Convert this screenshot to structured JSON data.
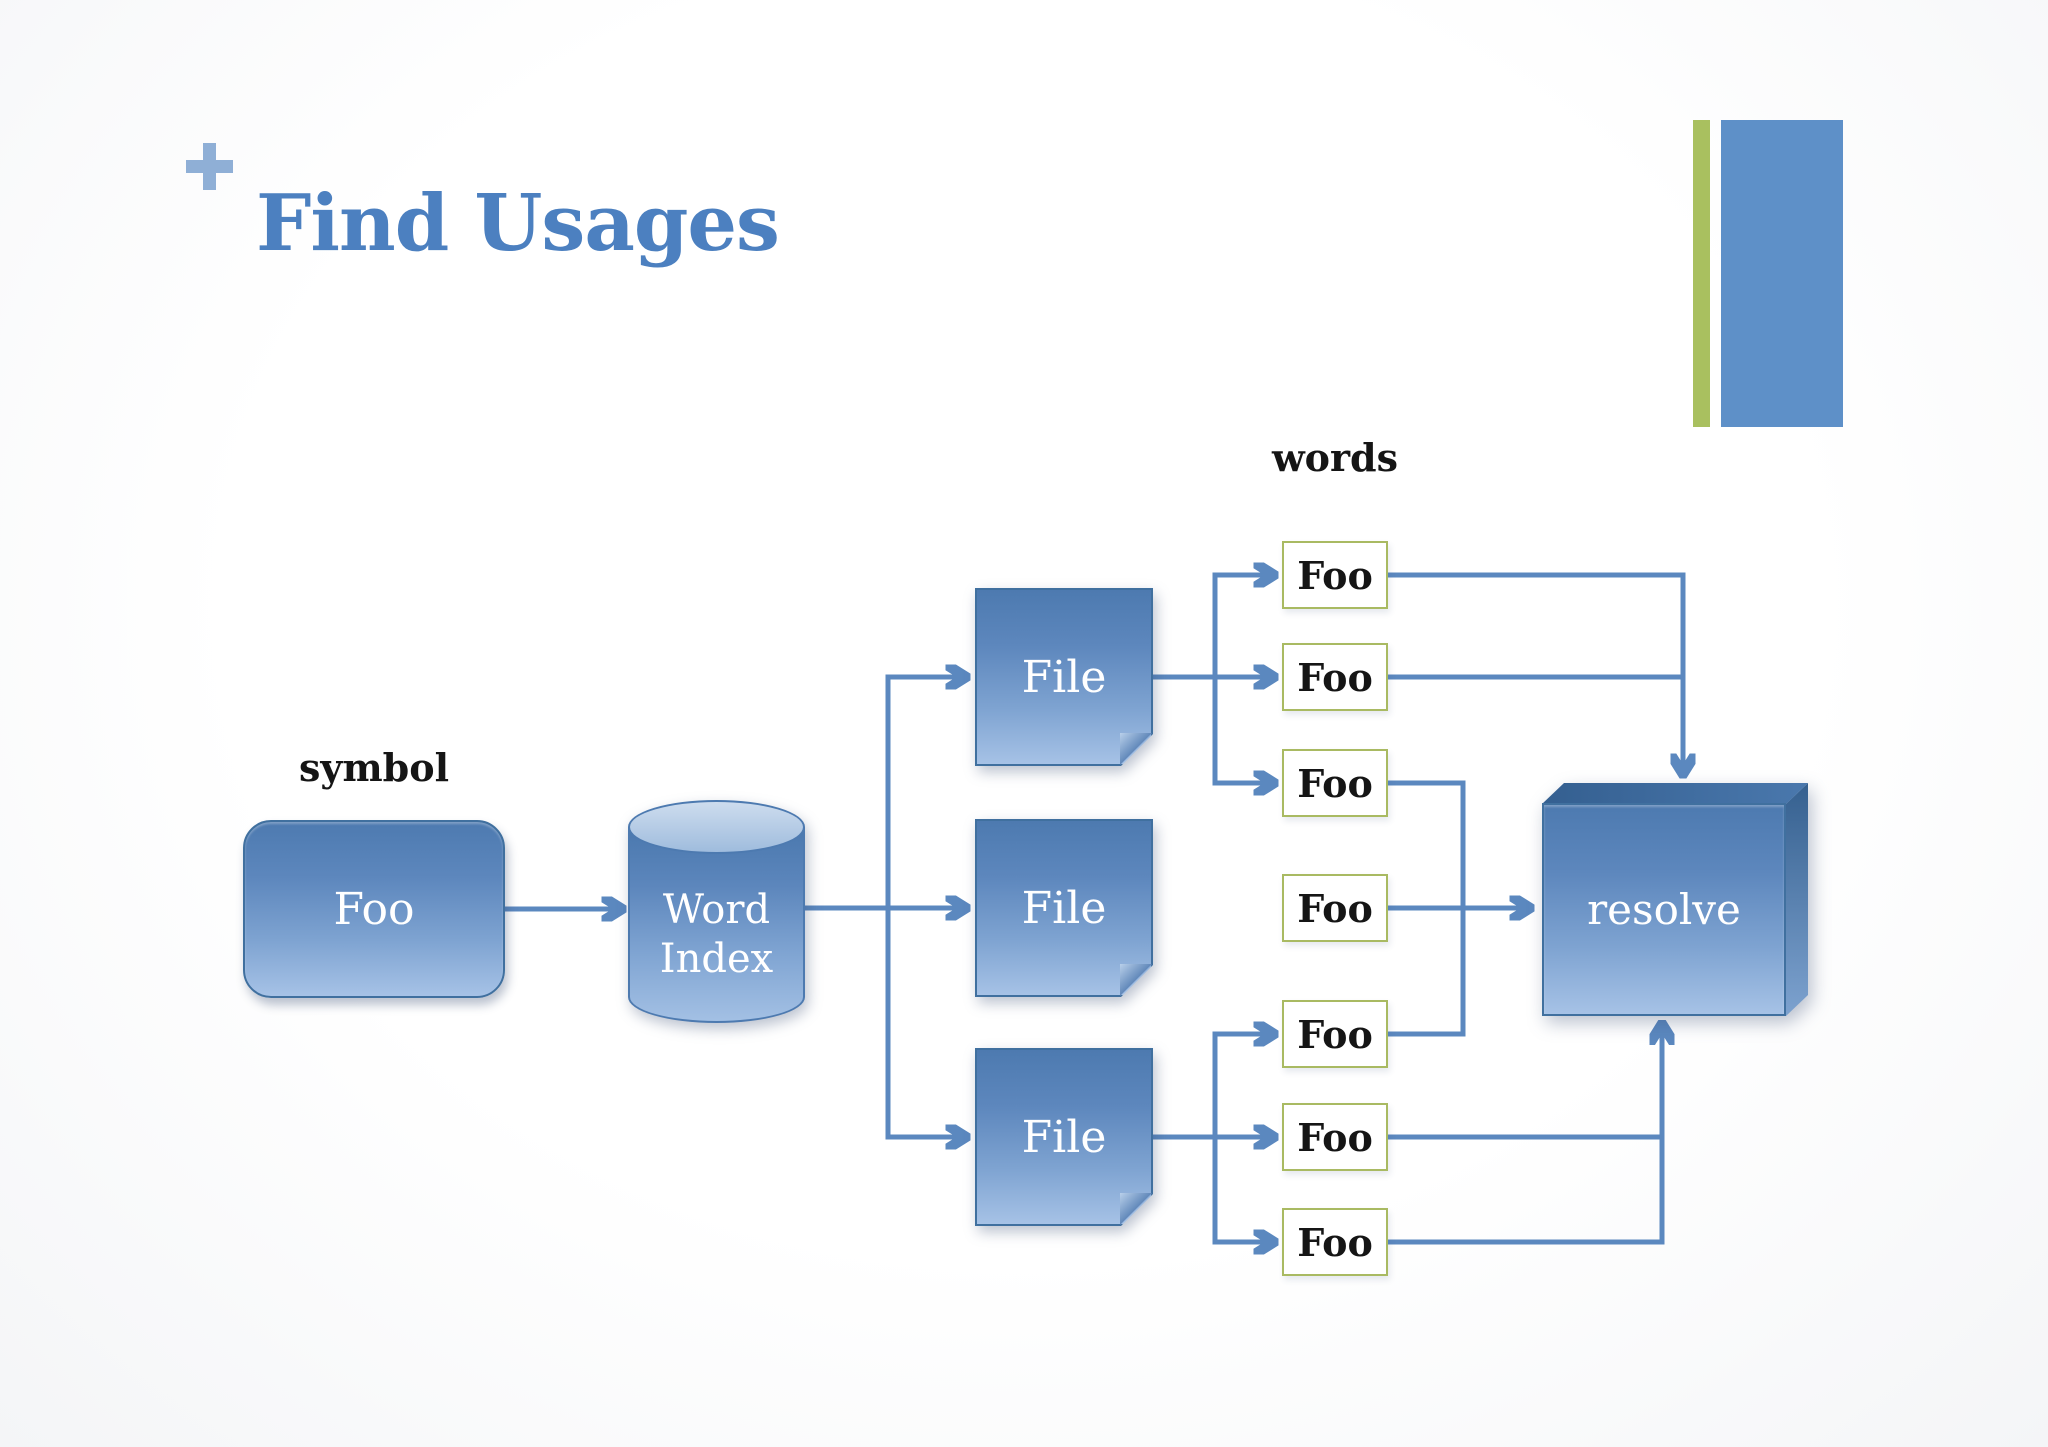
{
  "slide": {
    "title": "Find Usages"
  },
  "palette": {
    "title_color": "#4c80c0",
    "plus_icon_color": "#8fafd6",
    "accent_bar_green": "#a9c05f",
    "accent_bar_blue": "#5e90c8",
    "connector_blue": "#5b88bf",
    "shape_fill_blue_top": "#4d7ab0",
    "shape_fill_blue_bottom": "#a6c2e6",
    "shape_border_blue": "#40709f",
    "word_box_border_green": "#a9ba62"
  },
  "diagram": {
    "symbol_label": "symbol",
    "words_label": "words",
    "symbol_node": {
      "label": "Foo"
    },
    "index_node": {
      "label": "Word Index"
    },
    "file_nodes": [
      {
        "label": "File"
      },
      {
        "label": "File"
      },
      {
        "label": "File"
      }
    ],
    "word_nodes": [
      {
        "label": "Foo"
      },
      {
        "label": "Foo"
      },
      {
        "label": "Foo"
      },
      {
        "label": "Foo"
      },
      {
        "label": "Foo"
      },
      {
        "label": "Foo"
      },
      {
        "label": "Foo"
      }
    ],
    "resolve_node": {
      "label": "resolve"
    }
  }
}
